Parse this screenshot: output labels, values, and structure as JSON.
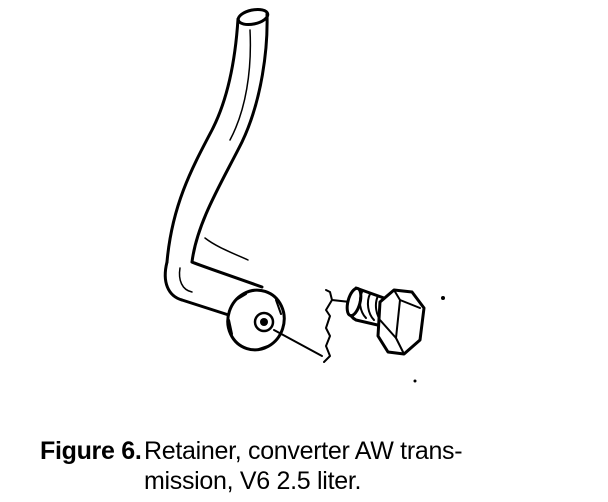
{
  "caption": {
    "label": "Figure 6.",
    "line1": "Retainer, converter AW trans-",
    "line2": "mission, V6 2.5 liter."
  },
  "illustration": {
    "parts": [
      "retainer-rod",
      "nut",
      "bolt"
    ],
    "line_color": "#000000",
    "background_color": "#ffffff"
  }
}
